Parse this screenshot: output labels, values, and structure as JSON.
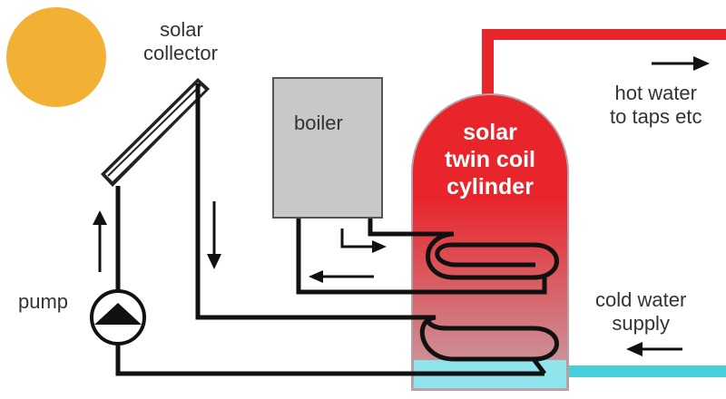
{
  "labels": {
    "solar_collector": [
      "solar",
      "collector"
    ],
    "boiler": "boiler",
    "cylinder": [
      "solar",
      "twin coil",
      "cylinder"
    ],
    "hot_water": [
      "hot water",
      "to taps etc"
    ],
    "cold_water": [
      "cold water",
      "supply"
    ],
    "pump": "pump"
  },
  "colors": {
    "sun": "#f2b134",
    "hot_pipe": "#e8252b",
    "cold_pipe": "#46d0dc",
    "circuit_pipe": "#111111",
    "boiler_fill": "#c8c8c8",
    "cylinder_top": "#e8252b",
    "cylinder_bottom": "#c7a3aa",
    "cylinder_water": "#8fe3ea"
  }
}
